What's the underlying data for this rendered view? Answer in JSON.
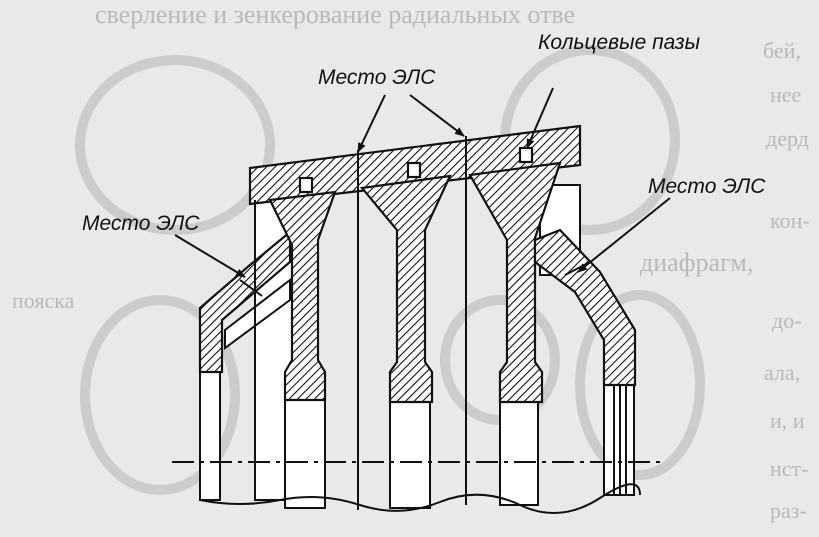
{
  "labels": {
    "ring_grooves": "Кольцевые пазы",
    "weld_top": "Место ЭЛС",
    "weld_left": "Место ЭЛС",
    "weld_right": "Место ЭЛС"
  },
  "background_text": {
    "top_line": "сверление и зенкерование радиальных отве",
    "right_fragments": [
      "бей,",
      "нее",
      "дерд",
      "кон-",
      "до-",
      "ала,",
      "и, и",
      "нст-",
      "раз-"
    ],
    "middle_fragment": "диафрагм,",
    "left_fragment": "пояска"
  },
  "colors": {
    "paper": "#e9e9e9",
    "ink": "#111111",
    "ghost_ink": "#b9b9b9"
  }
}
